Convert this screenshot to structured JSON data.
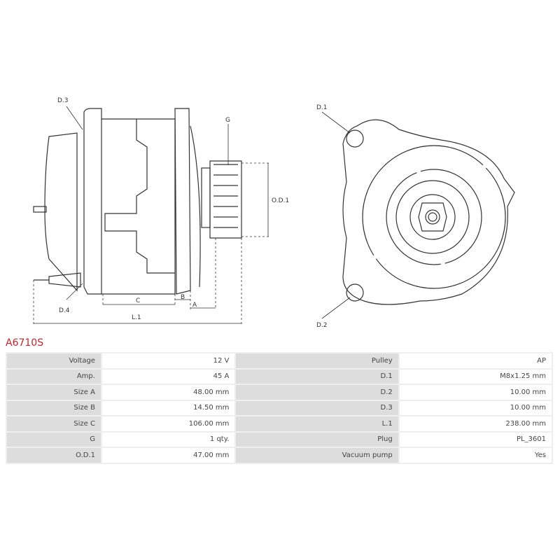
{
  "drawing": {
    "labels": {
      "d3": "D.3",
      "d4": "D.4",
      "g": "G",
      "od1": "O.D.1",
      "c": "C",
      "b": "B",
      "a": "A",
      "l1": "L.1",
      "d1": "D.1",
      "d2": "D.2"
    }
  },
  "title": "A6710S",
  "specs": [
    {
      "label": "Voltage",
      "value": "12 V",
      "label2": "Pulley",
      "value2": "AP"
    },
    {
      "label": "Amp.",
      "value": "45 A",
      "label2": "D.1",
      "value2": "M8x1.25 mm"
    },
    {
      "label": "Size A",
      "value": "48.00 mm",
      "label2": "D.2",
      "value2": "10.00 mm"
    },
    {
      "label": "Size B",
      "value": "14.50 mm",
      "label2": "D.3",
      "value2": "10.00 mm"
    },
    {
      "label": "Size C",
      "value": "106.00 mm",
      "label2": "L.1",
      "value2": "238.00 mm"
    },
    {
      "label": "G",
      "value": "1 qty.",
      "label2": "Plug",
      "value2": "PL_3601"
    },
    {
      "label": "O.D.1",
      "value": "47.00 mm",
      "label2": "Vacuum pump",
      "value2": "Yes"
    }
  ]
}
